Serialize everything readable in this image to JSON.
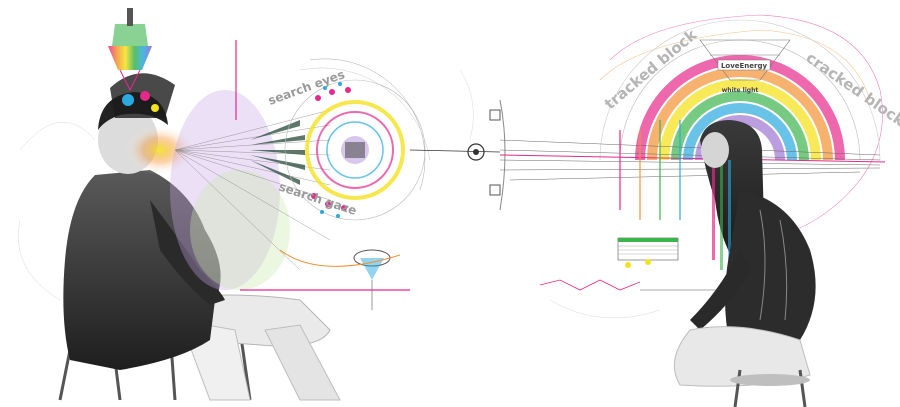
{
  "artwork": {
    "labels": {
      "search_eyes": "search eyes",
      "search_gaze": "search gaze",
      "tracked_block": "tracked block",
      "cracked_block": "cracked block",
      "love_energy": "LoveEnergy",
      "white_light": "white light"
    },
    "palette": {
      "magenta": "#e6288a",
      "cyan": "#29a9e0",
      "yellow": "#f4e21f",
      "green": "#3cb44b",
      "orange": "#f39233",
      "violet": "#8e5ec9",
      "grey_text": "#9a9a9a"
    }
  }
}
